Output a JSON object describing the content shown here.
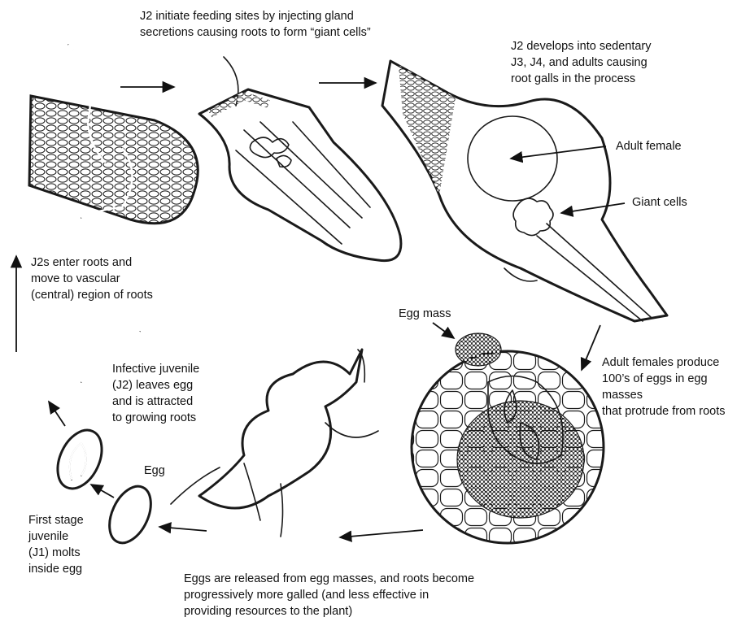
{
  "labels": {
    "top": "J2 initiate feeding sites by injecting gland\nsecretions causing roots to form “giant cells”",
    "sedentary": "J2 develops into sedentary\nJ3, J4, and adults causing\nroot galls in the process",
    "adult_female": "Adult female",
    "giant_cells": "Giant cells",
    "enter_roots": "J2s enter roots and\nmove to vascular\n(central) region of roots",
    "egg_mass": "Egg mass",
    "produce_eggs": "Adult females produce\n100’s of eggs in egg masses\nthat protrude from roots",
    "infective": "Infective juvenile\n(J2) leaves egg\nand is attracted\nto growing roots",
    "egg": "Egg",
    "first_stage": "First stage\njuvenile\n(J1) molts\ninside egg",
    "released": "Eggs are released from egg masses, and roots become\nprogressively more galled (and less effective in\nproviding resources to the plant)"
  }
}
